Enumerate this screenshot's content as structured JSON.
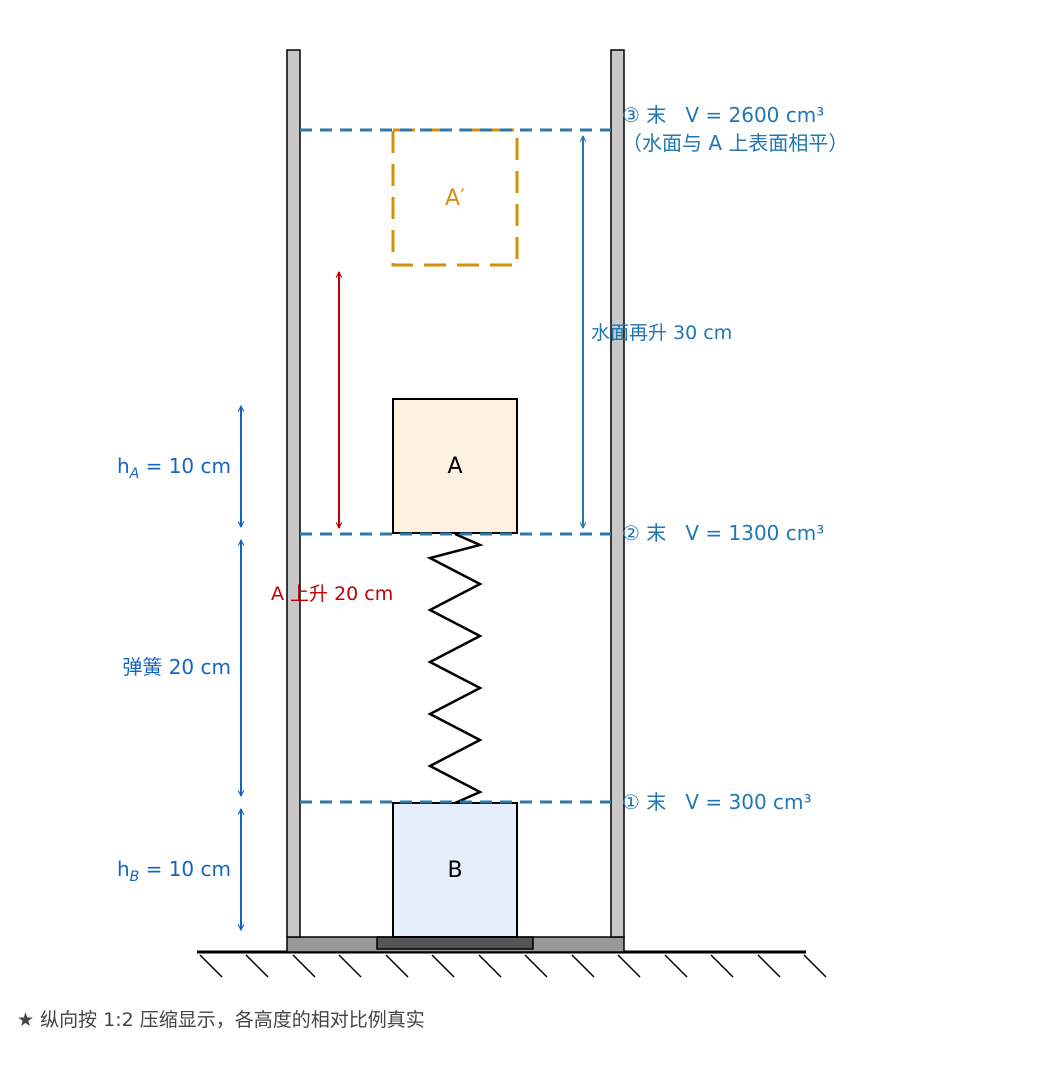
{
  "colors": {
    "level_line": "#2b78a8",
    "dimension": "#1565c0",
    "rise_arrow": "#c00000",
    "final_block_outline": "#d4900a",
    "block_a_fill": "#fdf2e1",
    "block_b_fill": "#e6f0fc",
    "wall": "#c8c8c8",
    "base_plate": "#999999"
  },
  "blocks": {
    "a": "A",
    "a_final": "A′",
    "b": "B"
  },
  "levels": {
    "l3_line1": "③ 末   V = 2600 cm³",
    "l3_line2": "（水面与 A 上表面相平）",
    "l2": "② 末   V = 1300 cm³",
    "l1": "① 末   V = 300 cm³"
  },
  "dimensions": {
    "h_a_main": "h",
    "h_a_sub": "A",
    "h_a_tail": " = 10 cm",
    "spring": "弹簧 20 cm",
    "h_b_main": "h",
    "h_b_sub": "B",
    "h_b_tail": " = 10 cm",
    "water_rise": "水面再升 30 cm",
    "a_rise": "A 上升 20 cm"
  },
  "footnote": "★ 纵向按 1:2 压缩显示，各高度的相对比例真实"
}
